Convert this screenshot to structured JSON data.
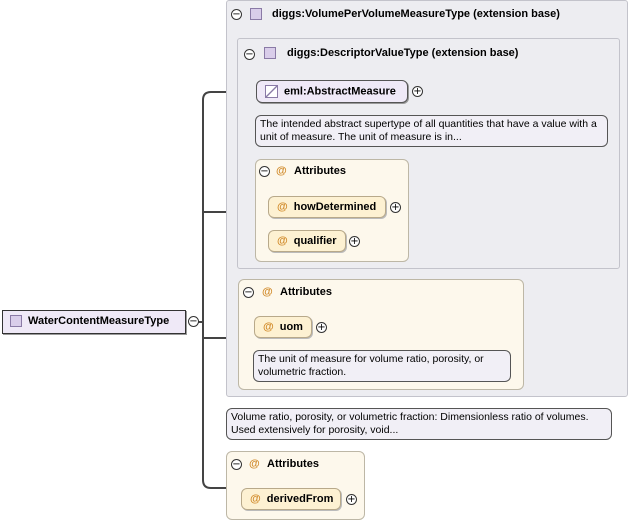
{
  "root": {
    "label": "WaterContentMeasureType"
  },
  "outer_base": {
    "label": "diggs:VolumePerVolumeMeasureType (extension base)",
    "doc": "Volume ratio, porosity, or volumetric fraction: Dimensionless ratio of volumes. Used extensively for porosity, void..."
  },
  "inner_base": {
    "label": "diggs:DescriptorValueType (extension base)"
  },
  "abstract_measure": {
    "label": "eml:AbstractMeasure",
    "doc": "The intended abstract supertype of all quantities that have a value with a unit of measure. The unit of measure is in..."
  },
  "inner_attributes": {
    "title": "Attributes",
    "items": [
      "howDetermined",
      "qualifier"
    ]
  },
  "mid_attributes": {
    "title": "Attributes",
    "item": "uom",
    "doc": "The unit of measure for volume ratio, porosity, or volumetric fraction."
  },
  "bottom_attributes": {
    "title": "Attributes",
    "item": "derivedFrom"
  },
  "glyphs": {
    "collapse": "−",
    "expand": "+",
    "attribute": "@"
  }
}
